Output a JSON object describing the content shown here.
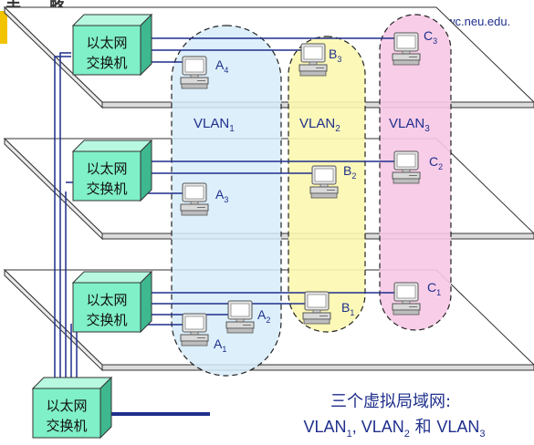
{
  "header": {
    "brand_fragment": "未 ... 略",
    "url_fragment": "/swc.neu.edu."
  },
  "switch_label": [
    "以太网",
    "交换机"
  ],
  "vlans": [
    {
      "base": "VLAN",
      "sub": "1"
    },
    {
      "base": "VLAN",
      "sub": "2"
    },
    {
      "base": "VLAN",
      "sub": "3"
    }
  ],
  "computers": [
    {
      "base": "A",
      "sub": "4"
    },
    {
      "base": "B",
      "sub": "3"
    },
    {
      "base": "C",
      "sub": "3"
    },
    {
      "base": "A",
      "sub": "3"
    },
    {
      "base": "B",
      "sub": "2"
    },
    {
      "base": "C",
      "sub": "2"
    },
    {
      "base": "A",
      "sub": "2"
    },
    {
      "base": "A",
      "sub": "1"
    },
    {
      "base": "B",
      "sub": "1"
    },
    {
      "base": "C",
      "sub": "1"
    }
  ],
  "caption": {
    "line1": "三个虚拟局域网:",
    "line2_parts": [
      {
        "base": "VLAN",
        "sub": "1"
      },
      {
        "text": ", "
      },
      {
        "base": "VLAN",
        "sub": "2"
      },
      {
        "text": " 和 "
      },
      {
        "base": "VLAN",
        "sub": "3"
      }
    ]
  },
  "colors": {
    "vlan1_fill": "#d6ecfa",
    "vlan2_fill": "#fbf7b0",
    "vlan3_fill": "#f7c8e6",
    "switch_front": "#7ff0c8",
    "switch_top": "#b8f8e0",
    "switch_side": "#3fb890",
    "link": "#1f2f8c",
    "header_accent": "#f2c400",
    "url_color": "#1f2f8c"
  }
}
